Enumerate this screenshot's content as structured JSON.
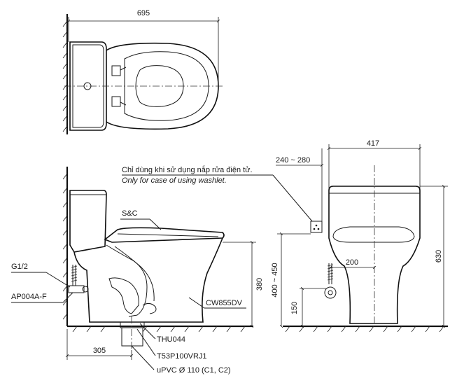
{
  "top_view": {
    "width_dim": "695"
  },
  "side_view": {
    "label_g12": "G1/2",
    "label_ap004a": "AP004A-F",
    "label_sc": "S&C",
    "label_body": "CW855DV",
    "label_thu044": "THU044",
    "label_flange": "T53P100VRJ1",
    "label_pipe": "uPVC Ø 110 (C1, C2)",
    "dim_rough_in": "305",
    "dim_rim_height": "380"
  },
  "front_view": {
    "note_vi": "Chỉ dùng khi sử dụng nắp rửa điện tử.",
    "note_en": "Only for case of using washlet.",
    "dim_outlet_offset": "240 ~ 280",
    "dim_width": "417",
    "dim_total_height": "630",
    "dim_outlet_height": "400 ~ 450",
    "dim_supply_offset": "200",
    "dim_supply_height": "150"
  }
}
